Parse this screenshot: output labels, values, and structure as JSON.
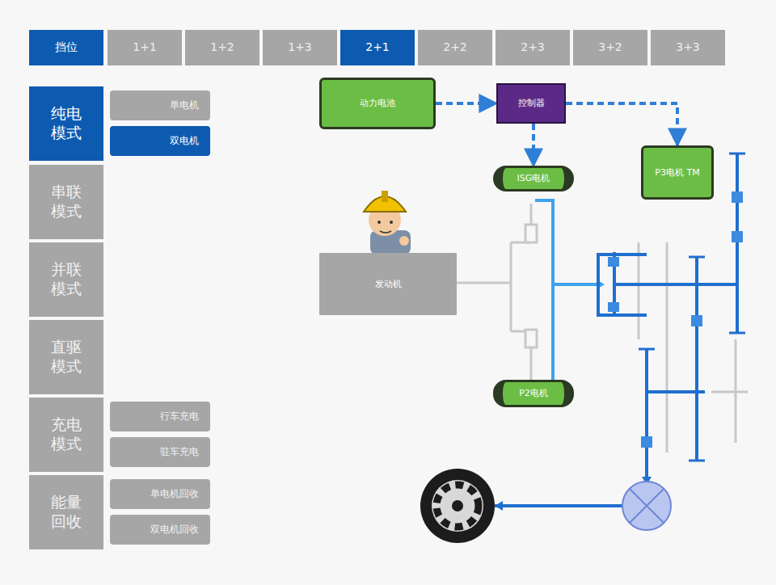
{
  "diagram": {
    "nodes": [
      {
        "text": [
          "挡位"
        ]
      },
      {
        "text": [
          "1+1"
        ]
      },
      {
        "text": [
          "1+2"
        ]
      },
      {
        "text": [
          "1+3"
        ]
      },
      {
        "text": [
          "2+1"
        ]
      },
      {
        "text": [
          "2+2"
        ]
      },
      {
        "text": [
          "2+3"
        ]
      },
      {
        "text": [
          "3+2"
        ]
      },
      {
        "text": [
          "3+3"
        ]
      },
      {
        "text": [
          "纯电模式"
        ]
      },
      {
        "text": [
          "单电机"
        ]
      },
      {
        "text": [
          "双电机"
        ]
      },
      {
        "text": [
          "串联模式"
        ]
      },
      {
        "text": [
          "并联模式"
        ]
      },
      {
        "text": [
          "直驱模式"
        ]
      },
      {
        "text": [
          "充电模式"
        ]
      },
      {
        "text": [
          "行车充电"
        ]
      },
      {
        "text": [
          "驻车充电"
        ]
      },
      {
        "text": [
          "能量回收"
        ]
      },
      {
        "text": [
          "单电机回收"
        ]
      },
      {
        "text": [
          "双电机回收"
        ]
      },
      {
        "text": [
          "动力电池"
        ]
      },
      {
        "text": [
          "控制器"
        ]
      },
      {
        "text": [
          "ISG电机"
        ]
      },
      {
        "text": [
          "P3电机 TM"
        ]
      },
      {
        "text": [
          "发动机"
        ]
      },
      {
        "text": [
          "P2电机"
        ]
      }
    ],
    "edges": [
      {
        "from": 21,
        "to": 22,
        "arrow": "to"
      },
      {
        "from": 22,
        "to": 23,
        "arrow": "to"
      },
      {
        "from": 22,
        "to": 24,
        "arrow": "to"
      }
    ]
  }
}
